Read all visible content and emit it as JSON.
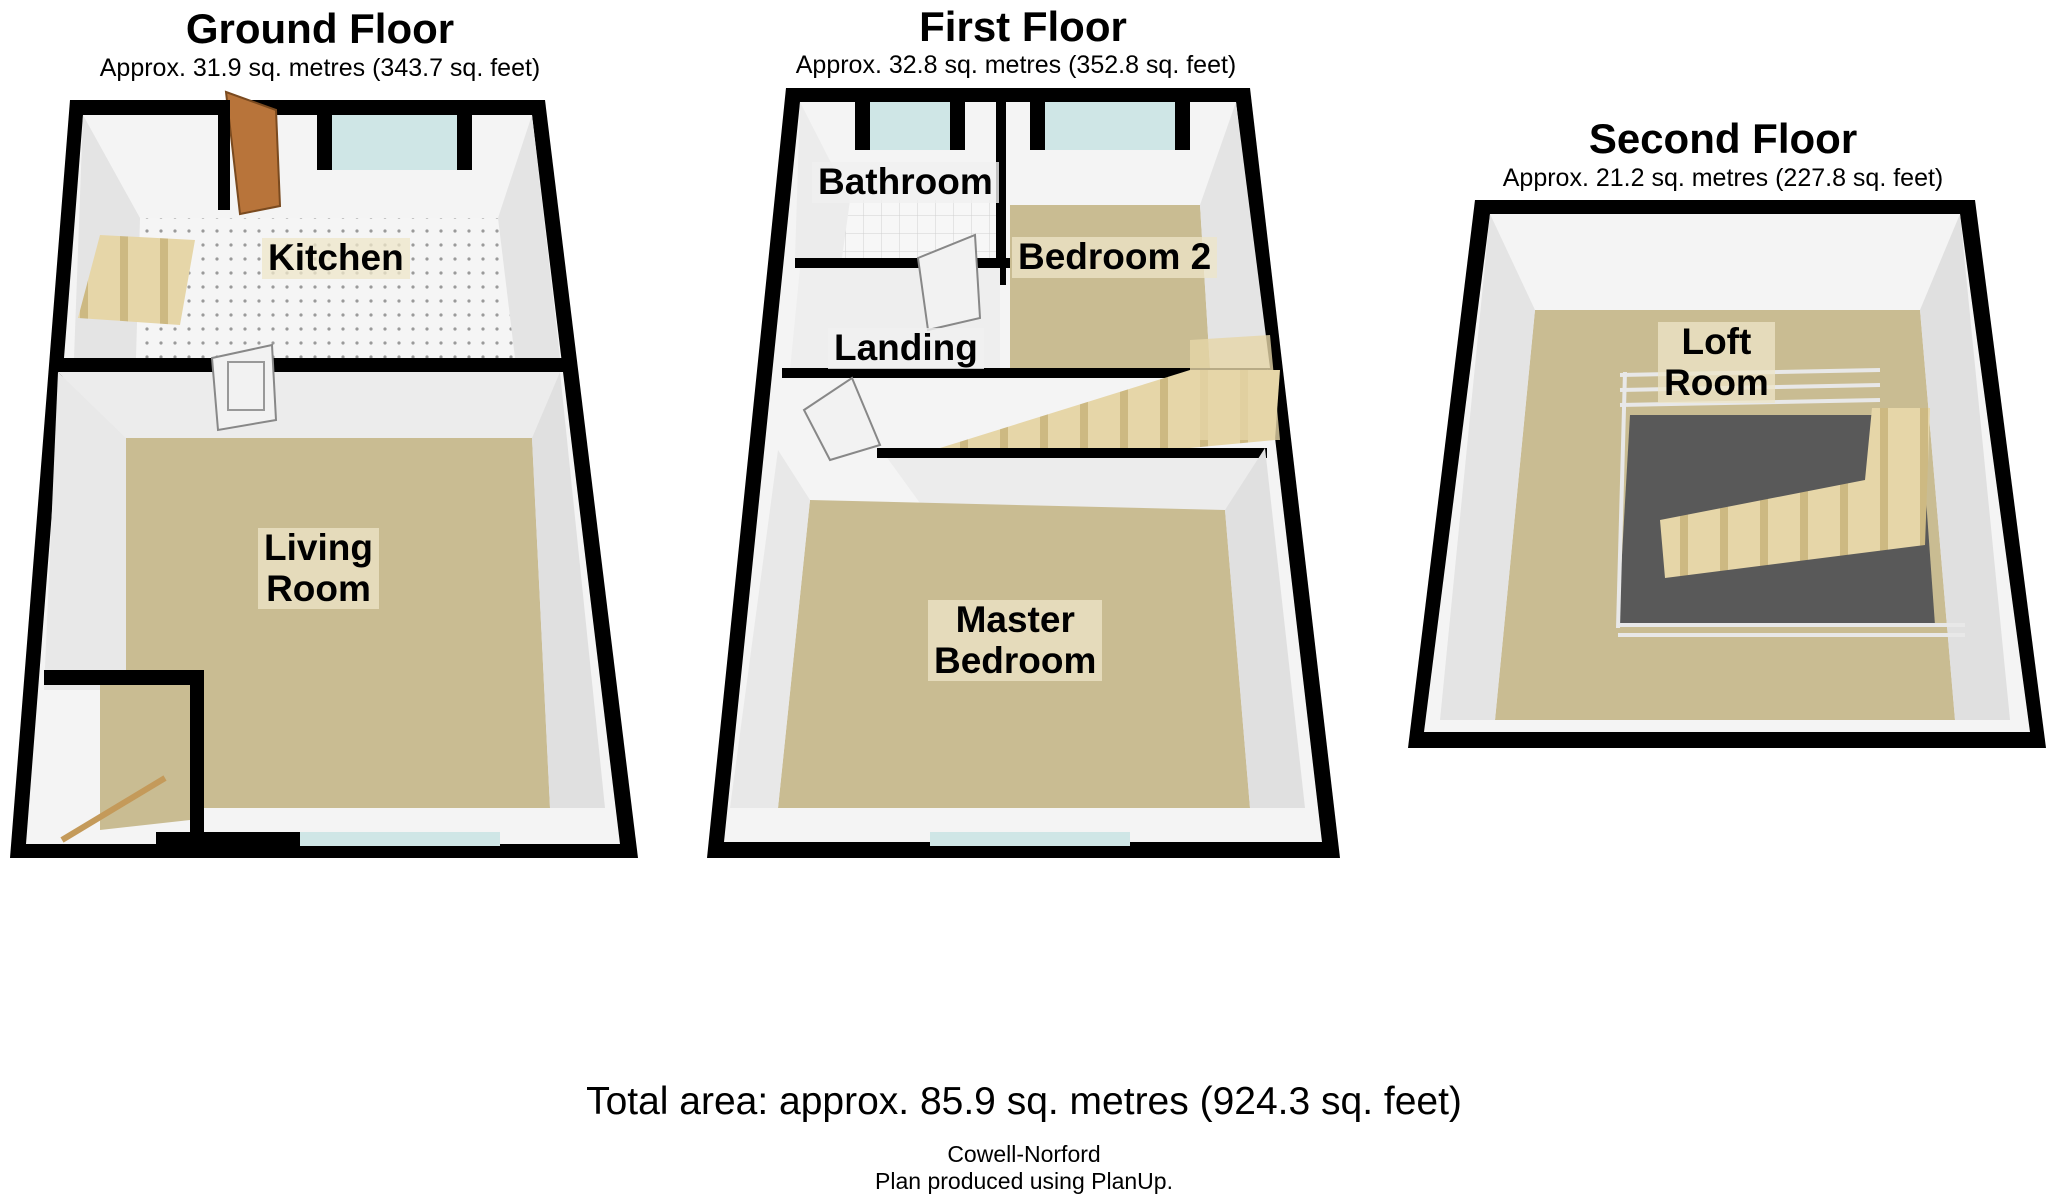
{
  "floors": {
    "ground": {
      "title": "Ground Floor",
      "area": "Approx. 31.9 sq. metres (343.7 sq. feet)",
      "rooms": {
        "kitchen": "Kitchen",
        "living_room": "Living\nRoom"
      }
    },
    "first": {
      "title": "First Floor",
      "area": "Approx. 32.8 sq. metres (352.8 sq. feet)",
      "rooms": {
        "bathroom": "Bathroom",
        "bedroom2": "Bedroom 2",
        "landing": "Landing",
        "master_bedroom": "Master\nBedroom"
      }
    },
    "second": {
      "title": "Second Floor",
      "area": "Approx. 21.2 sq. metres (227.8 sq. feet)",
      "rooms": {
        "loft_room": "Loft\nRoom"
      }
    }
  },
  "total_area": "Total area: approx. 85.9 sq. metres (924.3 sq. feet)",
  "credit": {
    "agent": "Cowell-Norford",
    "produced_by": "Plan produced using PlanUp."
  },
  "colors": {
    "wall": "#000000",
    "floor_carpet": "#c9bc92",
    "wall_face": "#f4f4f4",
    "wall_shadow": "#dedede",
    "window": "#cfe6e6",
    "stairs": "#e6d6a8",
    "door_wood": "#b8743a",
    "stairwell_void": "#595959"
  }
}
